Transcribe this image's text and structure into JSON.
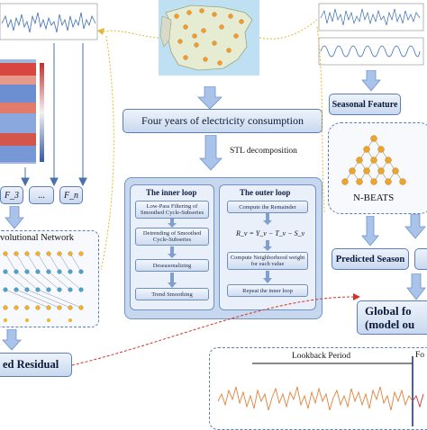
{
  "top_center": {
    "main_title": "Four years of electricity consumption",
    "stl_label": "STL decomposition"
  },
  "inner_loop": {
    "title": "The inner loop",
    "steps": [
      "Low-Pass Filtering of Smoothed Cycle-Subseries",
      "Detrending of Smoothed Cycle-Subseries",
      "Deseasonalizing",
      "Trend Smoothing"
    ]
  },
  "outer_loop": {
    "title": "The outer loop",
    "steps": [
      "Compute the Remainder",
      "Compute Neighborhood weight for each value",
      "Repeat the inner loop"
    ],
    "formula": "R_v = Y_v − T_v − S_v"
  },
  "left": {
    "features": [
      "F_3",
      "...",
      "F_n"
    ],
    "network_label": "volutional Network",
    "residual_label": "ed Residual"
  },
  "right": {
    "seasonal_feature": "Seasonal Feature",
    "nbeats_label": "N-BEATS",
    "predicted_season": "Predicted Season",
    "global_line1": "Global fo",
    "global_line2": "(model ou"
  },
  "forecast_chart": {
    "lookback_label": "Lookback Period",
    "forecast_label": "Fo"
  },
  "colors": {
    "accent_blue": "#5c7fb3",
    "arrow_blue": "#a9c3ea",
    "plot_orange": "#e0823a",
    "map_orange": "#f39b2b",
    "red_dashed": "#d0342c",
    "yellow_dashed": "#e4b730"
  }
}
